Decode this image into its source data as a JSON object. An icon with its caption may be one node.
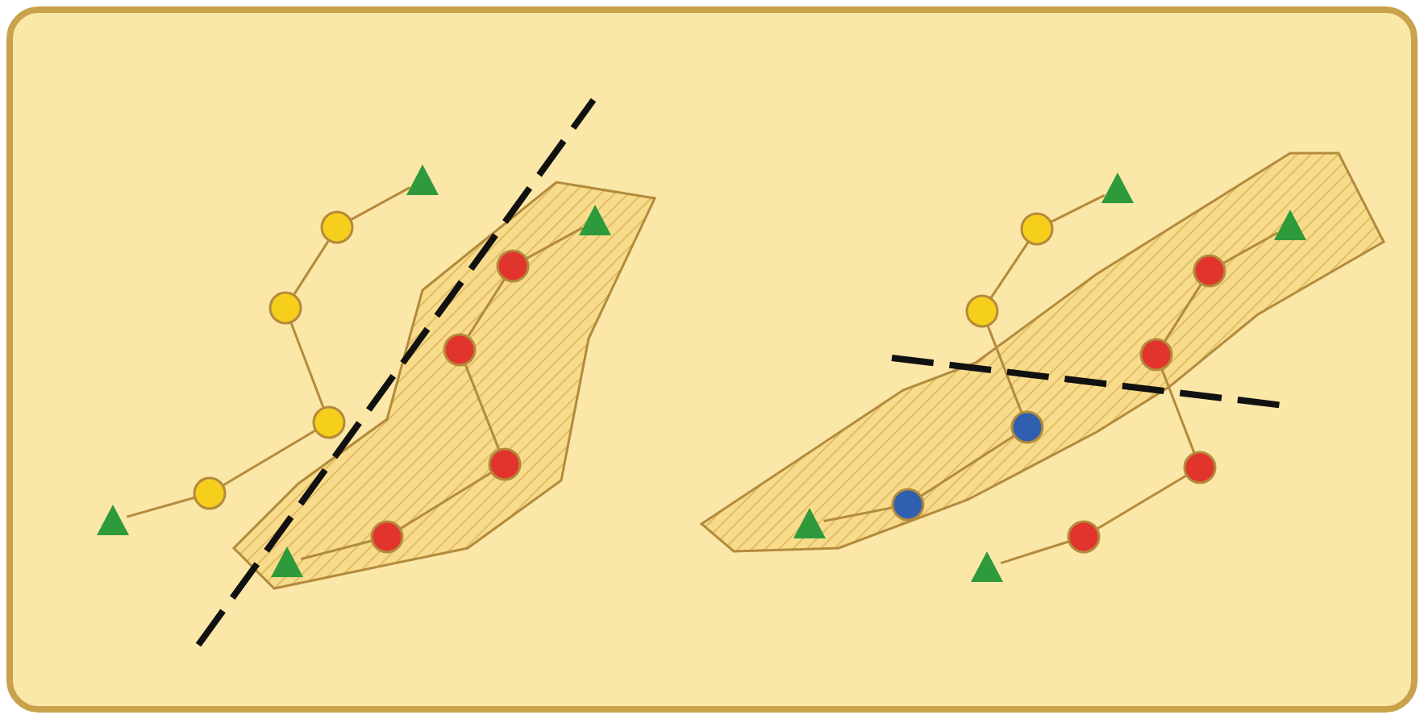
{
  "diagram": {
    "nodes": [
      {
        "text": [],
        "shape": "triangle"
      },
      {
        "text": [],
        "shape": "circle"
      },
      {
        "text": [],
        "shape": "circle"
      },
      {
        "text": [],
        "shape": "circle"
      },
      {
        "text": [],
        "shape": "circle"
      },
      {
        "text": [],
        "shape": "triangle"
      },
      {
        "text": [],
        "shape": "triangle"
      },
      {
        "text": [],
        "shape": "circle"
      },
      {
        "text": [],
        "shape": "circle"
      },
      {
        "text": [],
        "shape": "circle"
      },
      {
        "text": [],
        "shape": "circle"
      },
      {
        "text": [],
        "shape": "triangle"
      },
      {
        "text": [],
        "shape": "triangle"
      },
      {
        "text": [],
        "shape": "circle"
      },
      {
        "text": [],
        "shape": "circle"
      },
      {
        "text": [],
        "shape": "circle"
      },
      {
        "text": [],
        "shape": "circle"
      },
      {
        "text": [],
        "shape": "triangle"
      },
      {
        "text": [],
        "shape": "triangle"
      },
      {
        "text": [],
        "shape": "circle"
      },
      {
        "text": [],
        "shape": "circle"
      },
      {
        "text": [],
        "shape": "circle"
      },
      {
        "text": [],
        "shape": "circle"
      },
      {
        "text": [],
        "shape": "triangle"
      }
    ],
    "edges": [
      {
        "from": 0,
        "to": 1,
        "arrow": "none"
      },
      {
        "from": 1,
        "to": 2,
        "arrow": "none"
      },
      {
        "from": 2,
        "to": 3,
        "arrow": "none"
      },
      {
        "from": 3,
        "to": 4,
        "arrow": "none"
      },
      {
        "from": 4,
        "to": 5,
        "arrow": "none"
      },
      {
        "from": 6,
        "to": 7,
        "arrow": "none"
      },
      {
        "from": 7,
        "to": 8,
        "arrow": "none"
      },
      {
        "from": 8,
        "to": 9,
        "arrow": "none"
      },
      {
        "from": 9,
        "to": 10,
        "arrow": "none"
      },
      {
        "from": 10,
        "to": 11,
        "arrow": "none"
      },
      {
        "from": 12,
        "to": 13,
        "arrow": "none"
      },
      {
        "from": 13,
        "to": 14,
        "arrow": "none"
      },
      {
        "from": 14,
        "to": 15,
        "arrow": "none"
      },
      {
        "from": 15,
        "to": 16,
        "arrow": "none"
      },
      {
        "from": 16,
        "to": 17,
        "arrow": "none"
      },
      {
        "from": 18,
        "to": 19,
        "arrow": "none"
      },
      {
        "from": 19,
        "to": 20,
        "arrow": "none"
      },
      {
        "from": 20,
        "to": 21,
        "arrow": "none"
      },
      {
        "from": 21,
        "to": 22,
        "arrow": "none"
      },
      {
        "from": 22,
        "to": 23,
        "arrow": "none"
      }
    ]
  }
}
